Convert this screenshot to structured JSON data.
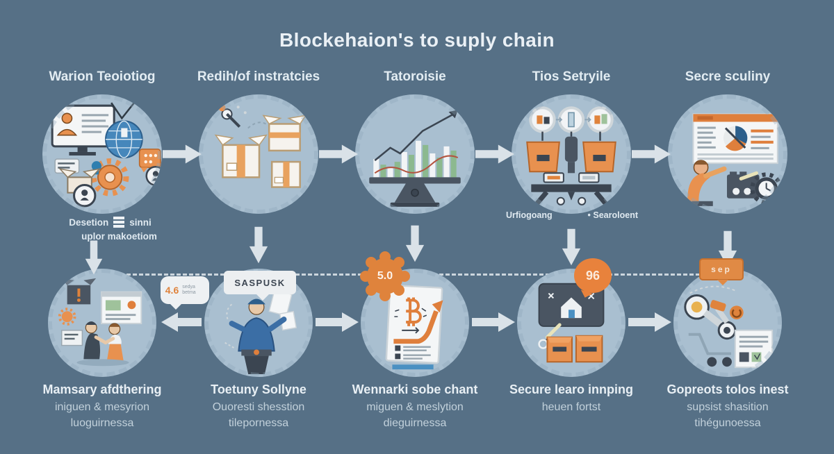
{
  "title": "Blockehaion's to suply chain",
  "columns": [
    {
      "top_label": "Warion Teoiotiog",
      "bottom_title": "Mamsary afdthering",
      "bottom_line1": "iniguen & mesyrion",
      "bottom_line2": "luoguirnessa"
    },
    {
      "top_label": "Redih/of instratcies",
      "bottom_title": "Toetuny Sollyne",
      "bottom_line1": "Ouoresti shesstion",
      "bottom_line2": "tilepornessa"
    },
    {
      "top_label": "Tatoroisie",
      "bottom_title": "Wennarki sobe chant",
      "bottom_line1": "miguen & meslytion",
      "bottom_line2": "dieguirnessa"
    },
    {
      "top_label": "Tios Setryile",
      "bottom_title": "Secure learo innping",
      "bottom_line1": "heuen fortst",
      "bottom_line2": ""
    },
    {
      "top_label": "Secre sculiny",
      "bottom_title": "Gopreots tolos inest",
      "bottom_line1": "supsist shasition",
      "bottom_line2": "tihégunoessa"
    }
  ],
  "notes": {
    "desetion_left": "Desetion",
    "desetion_right": "sinni",
    "desetion_line2": "uplor makoetiom",
    "machines_left": "Urfiogoang",
    "machines_right": "• Searoloent"
  },
  "badges": {
    "speech": "SASPUSK",
    "mini_rating": "4.6",
    "mini_note": "sedya betma",
    "gear_rating": "5.0",
    "score": "96",
    "tag": "sep"
  },
  "icons": {
    "top": [
      "technology-collage-icon",
      "shipping-boxes-icon",
      "analytics-chart-icon",
      "automated-machines-icon",
      "secure-browser-icon"
    ],
    "bottom": [
      "market-gathering-icon",
      "podium-speaker-icon",
      "bitcoin-report-icon",
      "secure-warehouse-icon",
      "robot-cart-icon"
    ]
  },
  "colors": {
    "background": "#567086",
    "circle": "#a9bfd0",
    "accent_orange": "#df833c",
    "arrow": "#dae2e8",
    "text_light": "#e8eff4",
    "text_muted": "#c2d1db",
    "dark": "#3b4551",
    "green": "#8cb98f",
    "blue": "#4687bb"
  }
}
